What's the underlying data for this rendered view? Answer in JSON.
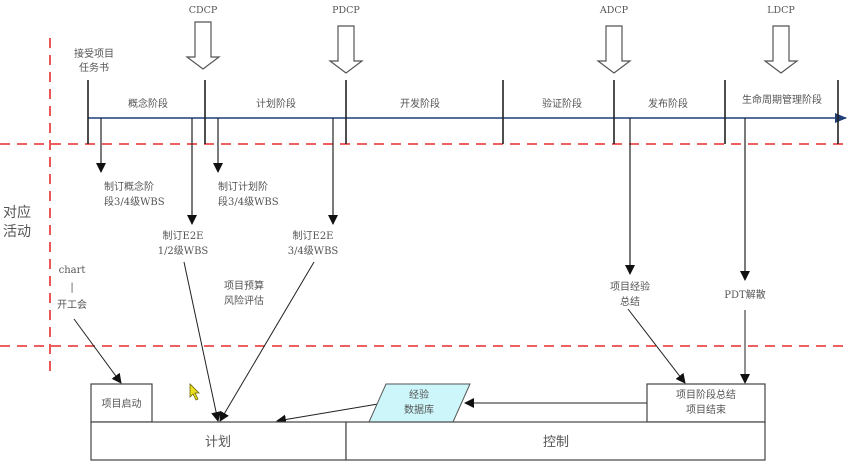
{
  "diagram": {
    "side_label": [
      "对应",
      "活动"
    ],
    "colors": {
      "divider": "#e82c2c",
      "timeline": "#1f3f78",
      "line": "#333333",
      "text": "#555555",
      "database_fill": "#ccf6fa",
      "cursor": "#e8e020"
    },
    "gates": [
      {
        "id": "cdcp",
        "label": "CDCP"
      },
      {
        "id": "pdcp",
        "label": "PDCP"
      },
      {
        "id": "adcp",
        "label": "ADCP"
      },
      {
        "id": "ldcp",
        "label": "LDCP"
      }
    ],
    "start_label": [
      "接受项目",
      "任务书"
    ],
    "phases": [
      {
        "id": "concept",
        "label": "概念阶段"
      },
      {
        "id": "plan",
        "label": "计划阶段"
      },
      {
        "id": "develop",
        "label": "开发阶段"
      },
      {
        "id": "verify",
        "label": "验证阶段"
      },
      {
        "id": "release",
        "label": "发布阶段"
      },
      {
        "id": "lifecycle",
        "label": "生命周期管理阶段"
      }
    ],
    "activities": [
      {
        "id": "concept-wbs",
        "lines": [
          "制订概念阶",
          "段3/4级WBS"
        ]
      },
      {
        "id": "plan-wbs",
        "lines": [
          "制订计划阶",
          "段3/4级WBS"
        ]
      },
      {
        "id": "e2e-12",
        "lines": [
          "制订E2E",
          "1/2级WBS"
        ]
      },
      {
        "id": "e2e-34",
        "lines": [
          "制订E2E",
          "3/4级WBS"
        ]
      },
      {
        "id": "budget-risk",
        "lines": [
          "项目预算",
          "风险评估"
        ]
      },
      {
        "id": "lessons",
        "lines": [
          "项目经验",
          "总结"
        ]
      },
      {
        "id": "pdt-dissolve",
        "lines": [
          "PDT解散"
        ]
      },
      {
        "id": "kickoff",
        "lines": [
          "chart",
          "|",
          "开工会"
        ]
      }
    ],
    "boxes": {
      "start": "项目启动",
      "summary": [
        "项目阶段总结",
        "项目结束"
      ],
      "database": [
        "经验",
        "数据库"
      ],
      "plan": "计划",
      "control": "控制"
    }
  }
}
